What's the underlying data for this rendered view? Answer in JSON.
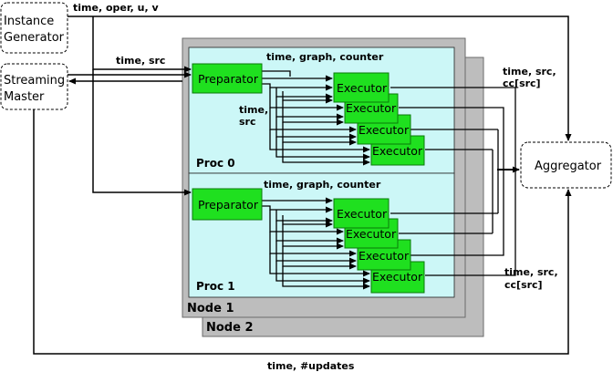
{
  "boxes": {
    "instance_generator": [
      "Instance",
      "Generator"
    ],
    "streaming_master": [
      "Streaming",
      "Master"
    ],
    "aggregator": "Aggregator"
  },
  "nodes": {
    "node1": "Node 1",
    "node2": "Node 2"
  },
  "procs": {
    "proc0": "Proc 0",
    "proc1": "Proc 1"
  },
  "components": {
    "preparator": "Preparator",
    "executor": "Executor"
  },
  "edge_labels": {
    "time_oper_u_v": "time, oper, u, v",
    "time_src": "time, src",
    "time_graph_counter": "time, graph, counter",
    "time_comma": "time,",
    "src": "src",
    "time_src_comma": "time, src,",
    "cc_src": "cc[src]",
    "time_updates": "time, #updates"
  },
  "colors": {
    "node_fill": "#bdbdbd",
    "proc_fill": "#ccf7f7",
    "component_fill": "#1fe01f",
    "component_stroke": "#0a7a0a"
  }
}
